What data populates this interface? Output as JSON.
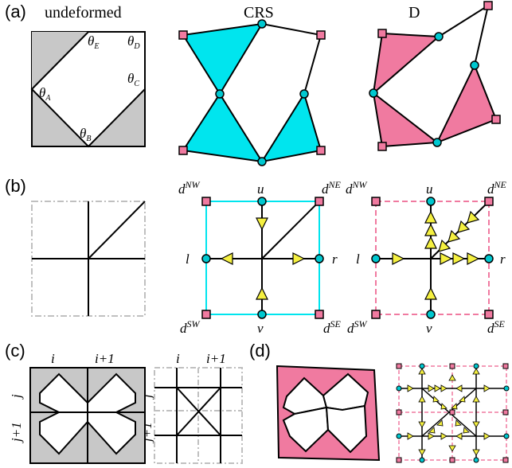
{
  "panels": {
    "a": "(a)",
    "b": "(b)",
    "c": "(c)",
    "d": "(d)"
  },
  "titles": {
    "undeformed": "undeformed",
    "crs": "CRS",
    "d": "D"
  },
  "angles": {
    "theta_base": "θ",
    "subs": [
      "A",
      "B",
      "C",
      "D",
      "E"
    ]
  },
  "nodes": {
    "u": "u",
    "v": "v",
    "l": "l",
    "r": "r",
    "d": "d",
    "nw": "NW",
    "ne": "NE",
    "sw": "SW",
    "se": "SE"
  },
  "index_labels": {
    "i": "i",
    "i1": "i+1",
    "j": "j",
    "j1": "j+1"
  },
  "colors": {
    "grey": "#c8c8c8",
    "cyan": "#00e5ee",
    "pink": "#f07aa0",
    "yellow": "#f5f040",
    "node": "#00c8d0",
    "square": "#f07aa0",
    "dashgrey": "#c0c0c0"
  }
}
